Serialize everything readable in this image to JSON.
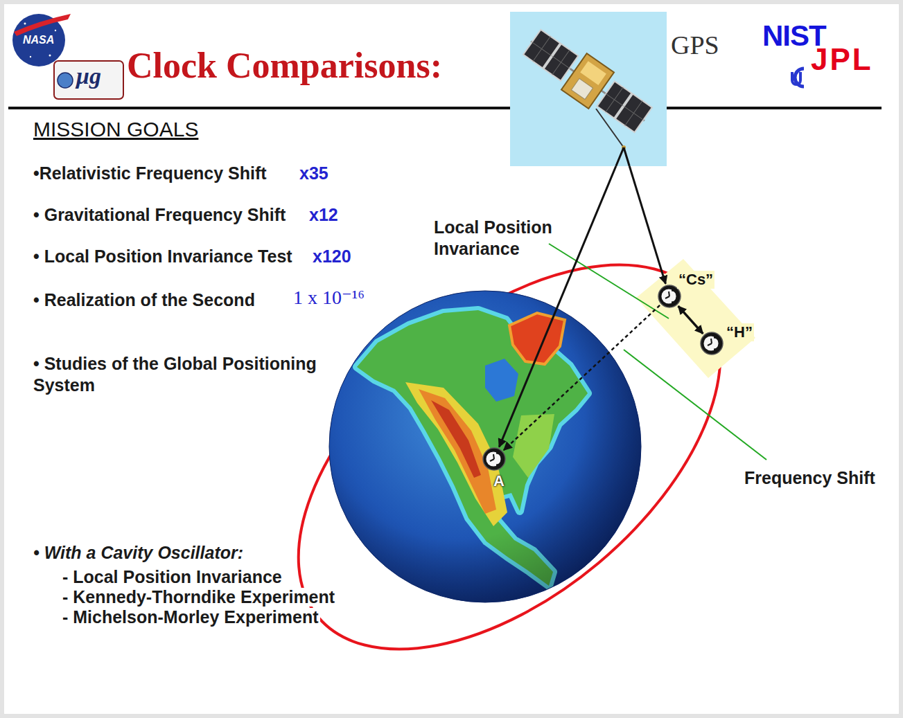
{
  "diagram": {
    "title": "Clock Comparisons:",
    "nodes": [
      {
        "text": [
          "GPS"
        ]
      },
      {
        "text": [
          "“Cs”"
        ]
      },
      {
        "text": [
          "“H”"
        ]
      },
      {
        "text": [
          "A"
        ]
      }
    ],
    "edges": [
      {
        "from": 0,
        "to": 1,
        "arrow": "to"
      },
      {
        "from": 0,
        "to": 3,
        "arrow": "to"
      },
      {
        "from": 1,
        "to": 2,
        "arrow": "both"
      },
      {
        "from": 1,
        "to": 3,
        "arrow": "to"
      }
    ],
    "labels": [
      "NASA",
      "μg",
      "NIST",
      "JPL",
      "MISSION GOALS",
      "•Relativistic Frequency Shift",
      "x35",
      "• Gravitational Frequency Shift",
      "x12",
      "• Local Position Invariance Test",
      "x120",
      "• Realization of the Second",
      "1 x 10⁻¹⁶",
      "• Studies of the Global Positioning System",
      "Local Position Invariance",
      "Frequency Shift",
      "• With a Cavity Oscillator:",
      "- Local Position Invariance",
      "- Kennedy-Thorndike Experiment",
      "- Michelson-Morley Experiment"
    ]
  }
}
